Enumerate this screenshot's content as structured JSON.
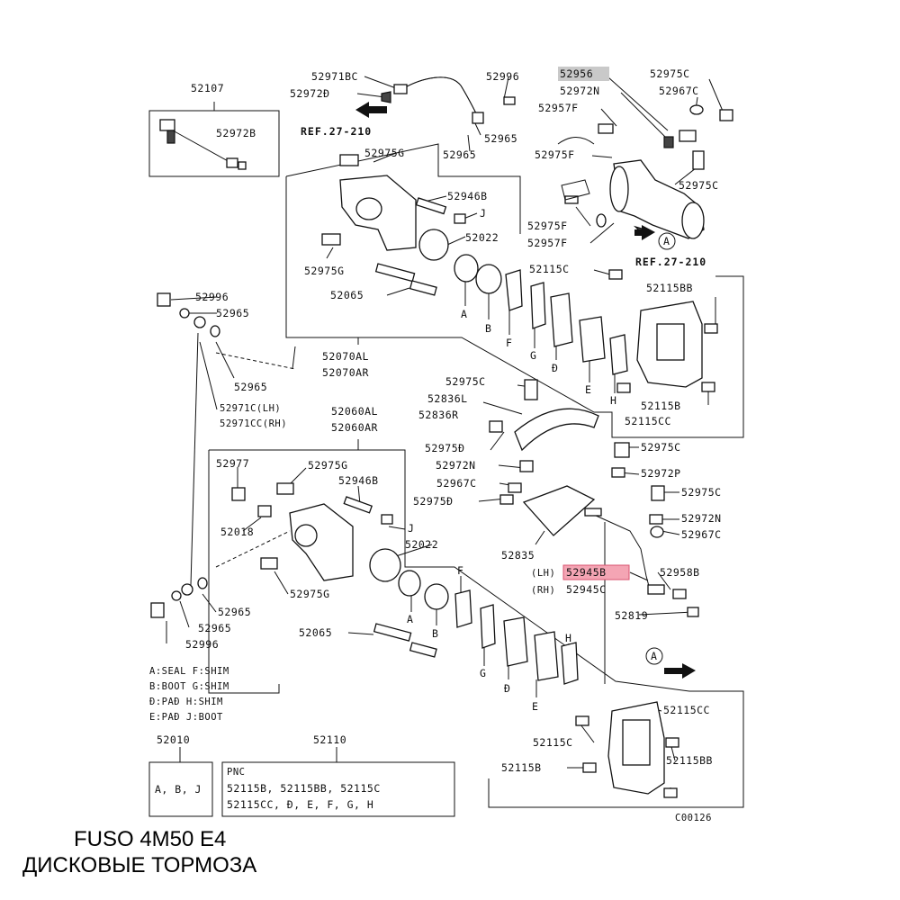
{
  "labels": {
    "p52971BC": "52971BC",
    "p52972D": "52972Ð",
    "p52996_top": "52996",
    "p52956": "52956",
    "p52975C_top": "52975C",
    "p52972N_top": "52972N",
    "p52967C_top": "52967C",
    "p52957F_top": "52957F",
    "p52965_top_a": "52965",
    "p52965_top_b": "52965",
    "p52975F_top": "52975F",
    "p52975C_top2": "52975C",
    "p52975F_bot": "52975F",
    "p52957F_bot": "52957F",
    "ref_top_right": "REF.27-210",
    "ref_top_left": "REF.27-210",
    "p52107": "52107",
    "p52972B": "52972B",
    "p52975G_top": "52975G",
    "p52946B_top": "52946B",
    "J_top": "J",
    "p52022_top": "52022",
    "p52975G_mid": "52975G",
    "p52065_top": "52065",
    "A_top": "A",
    "B_top": "B",
    "F_top": "F",
    "G_top": "G",
    "D_top": "Ð",
    "E_top": "E",
    "H_top": "H",
    "p52115C_top": "52115C",
    "p52115BB_top": "52115BB",
    "p52115B_top": "52115B",
    "p52115CC_top": "52115CC",
    "p52996_left": "52996",
    "p52965_left_a": "52965",
    "p52965_left_b": "52965",
    "p52070AL": "52070AL",
    "p52070AR": "52070AR",
    "p52971C": "52971C(LH)",
    "p52971CC": "52971CC(RH)",
    "p52060AL": "52060AL",
    "p52060AR": "52060AR",
    "p52975C_mid": "52975C",
    "p52836L": "52836L",
    "p52836R": "52836R",
    "p52975D_a": "52975Ð",
    "p52972N_mid": "52972N",
    "p52967C_mid": "52967C",
    "p52975D_b": "52975Ð",
    "p52835": "52835",
    "lh_tag": "(LH)",
    "p52945B": "52945B",
    "rh_tag": "(RH)",
    "p52945C": "52945C",
    "p52958B": "52958B",
    "p52819": "52819",
    "p52975C_r1": "52975C",
    "p52972P": "52972P",
    "p52975C_r2": "52975C",
    "p52972N_r": "52972N",
    "p52967C_r": "52967C",
    "p52977": "52977",
    "p52975G_bot": "52975G",
    "p52946B_bot": "52946B",
    "p52018": "52018",
    "J_bot": "J",
    "p52022_bot": "52022",
    "p52975G_bot2": "52975G",
    "p52065_bot": "52065",
    "A_bot": "A",
    "B_bot": "B",
    "F_bot": "F",
    "G_bot": "G",
    "D_bot": "Ð",
    "E_bot": "E",
    "H_bot": "H",
    "p52965_bl": "52965",
    "p52965_bl2": "52965",
    "p52996_bl": "52996",
    "p52115CC_bot": "52115CC",
    "p52115C_bot": "52115C",
    "p52115B_bot": "52115B",
    "p52115BB_bot": "52115BB",
    "A_circle_top": "A",
    "A_circle_bot": "A",
    "p52010": "52010",
    "p52110": "52110",
    "kit_abj": "A, B, J",
    "pnc_title": "PNC",
    "pnc_line1": "52115B, 52115BB, 52115C",
    "pnc_line2": "52115CC, Ð, E, F, G, H",
    "code": "C00126"
  },
  "legend": [
    "A:SEAL  F:SHIM",
    "B:BOOT  G:SHIM",
    "Ð:PAÐ   H:SHIM",
    "E:PAÐ   J:BOOT"
  ],
  "caption": {
    "line1": "FUSO 4M50 E4",
    "line2": "ДИСКОВЫЕ ТОРМОЗА"
  },
  "highlights": {
    "grey": "#c9c9c9",
    "red": "#f4a5b4"
  }
}
